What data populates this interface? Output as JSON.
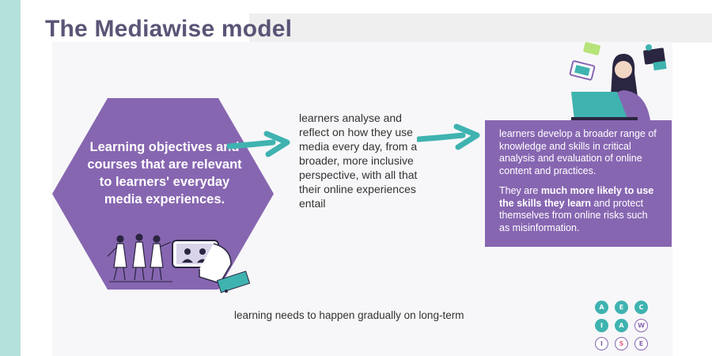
{
  "slide": {
    "title": "The Mediawise model",
    "hexagon_text": "Learning objectives and courses that are relevant to learners' everyday media experiences.",
    "middle_text": "learners analyse and reflect on how they use media every day, from a broader, more inclusive perspective, with all that their online experiences entail",
    "right_box": {
      "paragraph1": "learners develop a broader range of knowledge and skills in critical analysis and evaluation of online content and practices.",
      "paragraph2_prefix": "They are ",
      "paragraph2_bold": "much more likely to use the skills they learn",
      "paragraph2_suffix": " and protect themselves from online risks such as misinformation."
    },
    "bottom_note": "learning needs to happen gradually on long-term"
  },
  "colors": {
    "accent_purple": "#8766b1",
    "arrow_teal": "#3fb3b0",
    "title": "#5a5577",
    "stripe": "#b4e1dc"
  },
  "icons": {
    "arrow1": "right-arrow-icon",
    "arrow2": "right-arrow-icon",
    "people": "people-dancing-illustration",
    "phone": "phone-video-call-illustration",
    "laptop_woman": "woman-laptop-illustration",
    "logo": "logo-icon-grid"
  },
  "logo": {
    "cells": [
      "A",
      "E",
      "C",
      "I",
      "A",
      "W",
      "I",
      "S",
      "E"
    ]
  }
}
